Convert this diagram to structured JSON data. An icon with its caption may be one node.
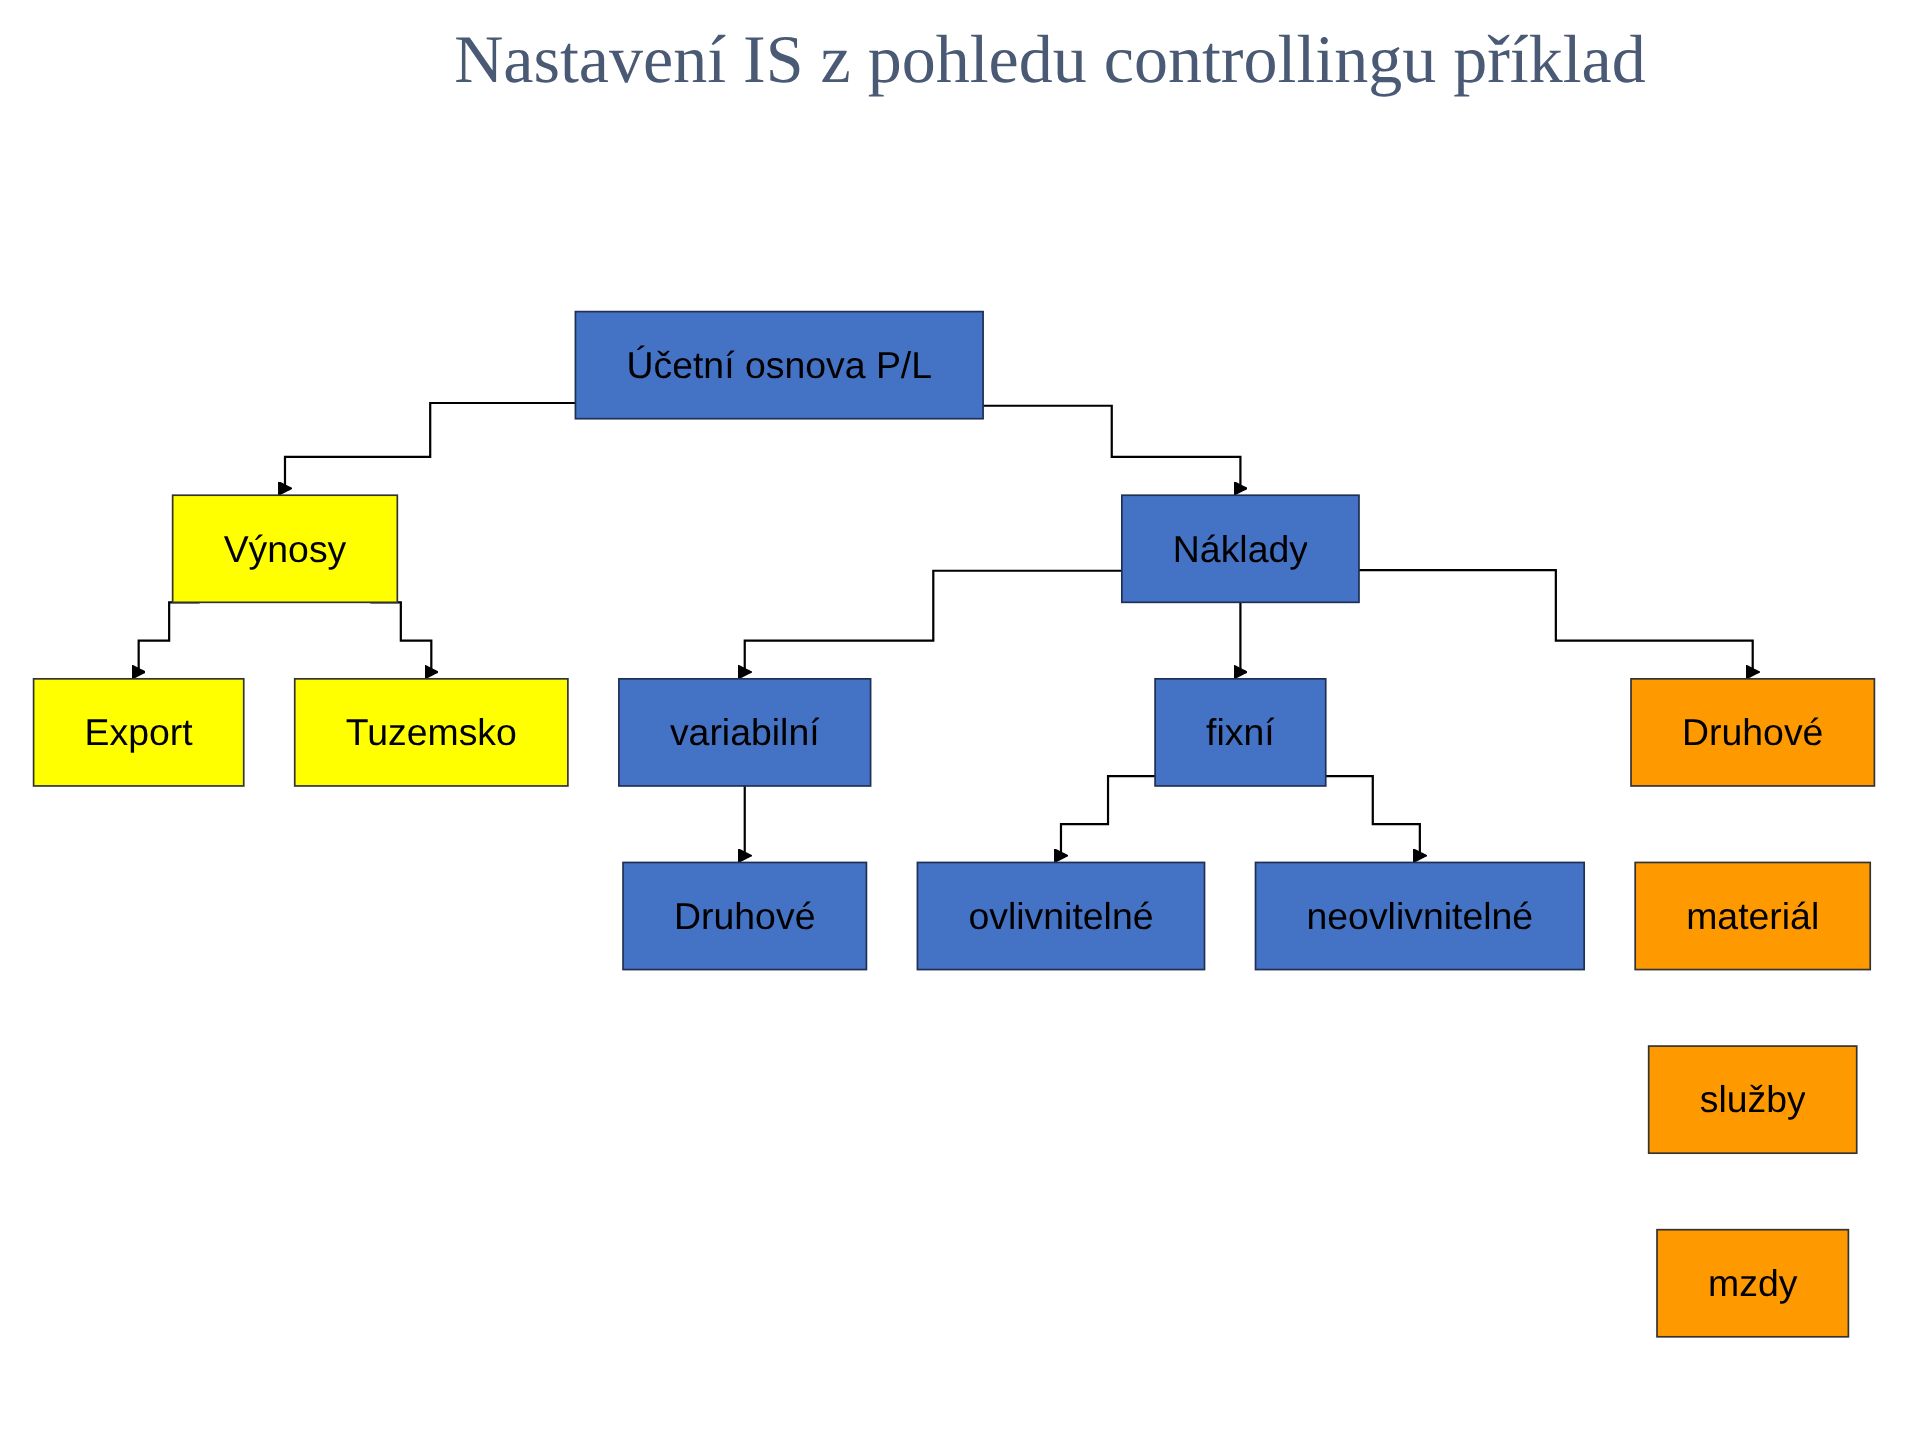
{
  "diagram": {
    "title": "Nastavení IS z pohledu controllingu příklad",
    "nodes": [
      {
        "text": [
          "Účetní osnova P/L"
        ]
      },
      {
        "text": [
          "Náklady"
        ]
      },
      {
        "text": [
          "Výnosy"
        ]
      },
      {
        "text": [
          "Export"
        ]
      },
      {
        "text": [
          "Tuzemsko"
        ]
      },
      {
        "text": [
          "variabilní"
        ]
      },
      {
        "text": [
          "fixní"
        ]
      },
      {
        "text": [
          "Druhové"
        ]
      },
      {
        "text": [
          "Druhové"
        ]
      },
      {
        "text": [
          "ovlivnitelné"
        ]
      },
      {
        "text": [
          "neovlivnitelné"
        ]
      },
      {
        "text": [
          "materiál"
        ]
      },
      {
        "text": [
          "služby"
        ]
      },
      {
        "text": [
          "mzdy"
        ]
      }
    ],
    "edges": [
      {
        "from": 0,
        "to": 1,
        "arrow": "to"
      },
      {
        "from": 0,
        "to": 2,
        "arrow": "to"
      },
      {
        "from": 2,
        "to": 3,
        "arrow": "to"
      },
      {
        "from": 2,
        "to": 4,
        "arrow": "to"
      },
      {
        "from": 1,
        "to": 5,
        "arrow": "to"
      },
      {
        "from": 1,
        "to": 6,
        "arrow": "to"
      },
      {
        "from": 1,
        "to": 7,
        "arrow": "to"
      },
      {
        "from": 5,
        "to": 8,
        "arrow": "to"
      },
      {
        "from": 6,
        "to": 9,
        "arrow": "to"
      },
      {
        "from": 6,
        "to": 10,
        "arrow": "to"
      }
    ]
  }
}
